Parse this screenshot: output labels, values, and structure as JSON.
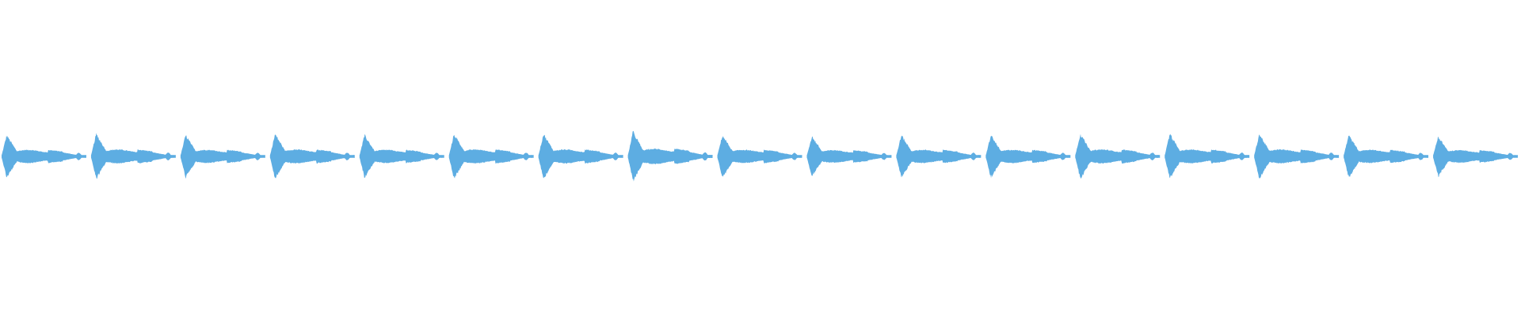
{
  "waveform": {
    "color": "#5dade2",
    "background": "#ffffff",
    "segment_count": 17,
    "segment_amplitudes": [
      0.85,
      0.9,
      0.85,
      0.9,
      0.85,
      0.9,
      0.9,
      1.0,
      0.85,
      0.8,
      0.85,
      0.85,
      0.9,
      0.9,
      0.9,
      0.85,
      0.8
    ]
  }
}
